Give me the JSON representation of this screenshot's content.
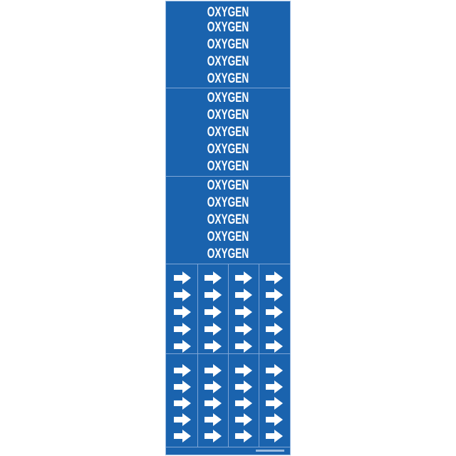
{
  "label_text": "OXYGEN",
  "sections": [
    {
      "words": [
        "OXYGEN",
        "OXYGEN",
        "OXYGEN",
        "OXYGEN",
        "OXYGEN"
      ]
    },
    {
      "words": [
        "OXYGEN",
        "OXYGEN",
        "OXYGEN",
        "OXYGEN",
        "OXYGEN"
      ]
    },
    {
      "words": [
        "OXYGEN",
        "OXYGEN",
        "OXYGEN",
        "OXYGEN",
        "OXYGEN"
      ]
    }
  ],
  "arrow_sections": 2,
  "arrow_columns": 4,
  "arrows_per_column": 5,
  "arrow_icon": "arrow-right-icon",
  "colors": {
    "background": "#1a63ae",
    "text": "#ffffff",
    "divider": "#7fa6d6"
  }
}
